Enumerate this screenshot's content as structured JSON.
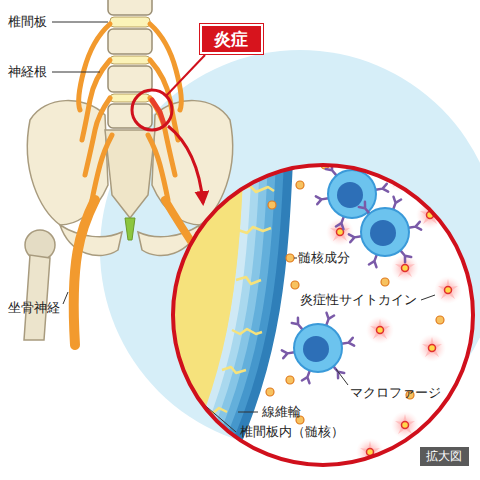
{
  "diagram": {
    "nodes": [
      {
        "text": [
          "炎症"
        ]
      },
      {
        "text": [
          "拡大図"
        ]
      }
    ],
    "labels": [
      "椎間板",
      "神経根",
      "坐骨神経",
      "髄核成分",
      "炎症性サイトカイン",
      "マクロファージ",
      "線維輪",
      "椎間板内（髄核）"
    ]
  }
}
